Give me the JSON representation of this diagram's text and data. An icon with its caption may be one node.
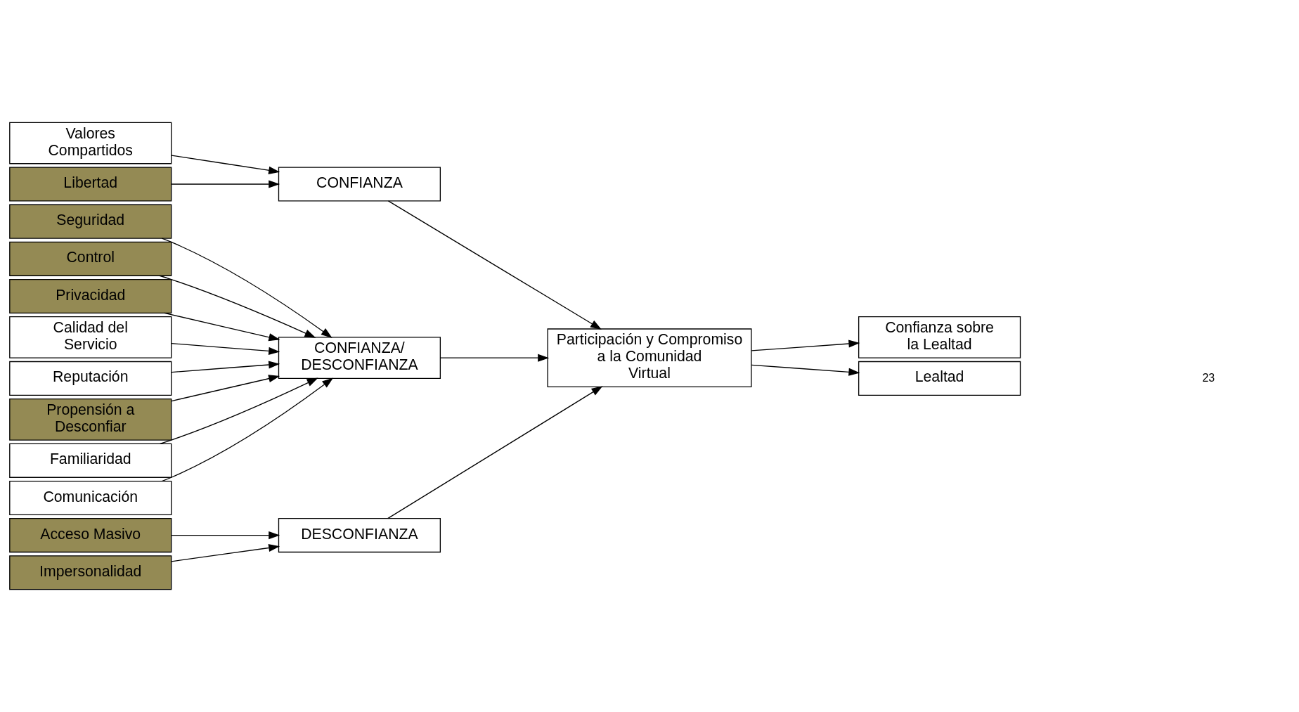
{
  "diagram": {
    "nodes": [
      {
        "text": [
          "Valores Compartidos"
        ]
      },
      {
        "text": [
          "Libertad"
        ]
      },
      {
        "text": [
          "CONFIANZA"
        ]
      },
      {
        "text": [
          "Seguridad"
        ]
      },
      {
        "text": [
          "Control"
        ]
      },
      {
        "text": [
          "Privacidad"
        ]
      },
      {
        "text": [
          "Calidad del Servicio"
        ]
      },
      {
        "text": [
          "Reputación"
        ]
      },
      {
        "text": [
          "Propensión a Desconfiar"
        ]
      },
      {
        "text": [
          "Familiaridad"
        ]
      },
      {
        "text": [
          "Comunicación"
        ]
      },
      {
        "text": [
          "CONFIANZA/ DESCONFIANZA"
        ]
      },
      {
        "text": [
          "Participación y Compromiso a la Comunidad Virtual"
        ]
      },
      {
        "text": [
          "Confianza sobre la Lealtad"
        ]
      },
      {
        "text": [
          "Acceso Masivo"
        ]
      },
      {
        "text": [
          "Impersonalidad"
        ]
      },
      {
        "text": [
          "DESCONFIANZA"
        ]
      },
      {
        "text": [
          "Lealtad"
        ]
      }
    ],
    "edges": [
      {
        "from": 0,
        "to": 2,
        "arrow": "to"
      },
      {
        "from": 1,
        "to": 2,
        "arrow": "to"
      },
      {
        "from": 3,
        "to": 11,
        "arrow": "to"
      },
      {
        "from": 4,
        "to": 11,
        "arrow": "to"
      },
      {
        "from": 5,
        "to": 11,
        "arrow": "to"
      },
      {
        "from": 6,
        "to": 11,
        "arrow": "to"
      },
      {
        "from": 7,
        "to": 11,
        "arrow": "to"
      },
      {
        "from": 8,
        "to": 11,
        "arrow": "to"
      },
      {
        "from": 9,
        "to": 11,
        "arrow": "to"
      },
      {
        "from": 10,
        "to": 11,
        "arrow": "to"
      },
      {
        "from": 14,
        "to": 16,
        "arrow": "to"
      },
      {
        "from": 15,
        "to": 16,
        "arrow": "to"
      },
      {
        "from": 2,
        "to": 12,
        "arrow": "to"
      },
      {
        "from": 11,
        "to": 12,
        "arrow": "to"
      },
      {
        "from": 16,
        "to": 12,
        "arrow": "to"
      },
      {
        "from": 12,
        "to": 13,
        "arrow": "to"
      },
      {
        "from": 12,
        "to": 17,
        "arrow": "to"
      }
    ],
    "labels": [
      "23"
    ]
  }
}
